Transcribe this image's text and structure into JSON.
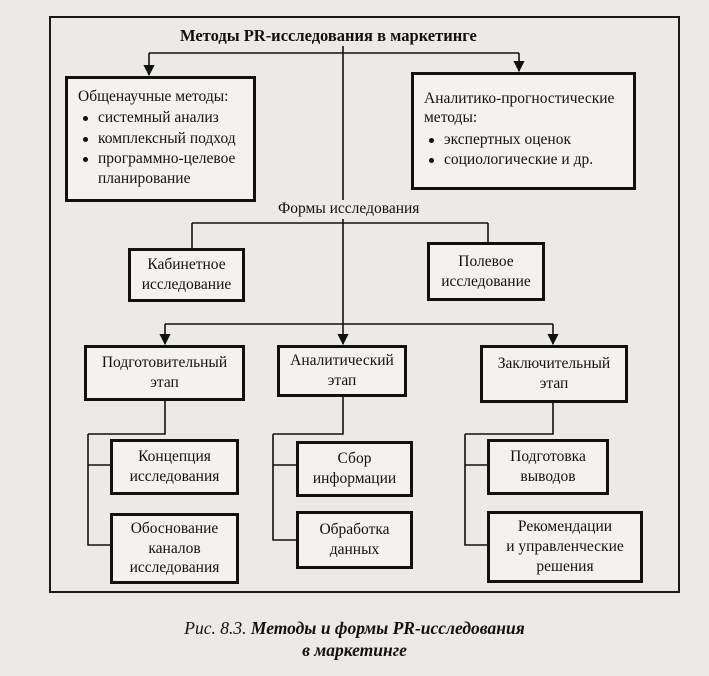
{
  "diagram": {
    "title": "Методы PR-исследования в маркетинге",
    "general_methods": {
      "heading": "Общенаучные методы:",
      "items": [
        "системный анализ",
        "комплексный подход",
        "программно-целевое планирование"
      ]
    },
    "analytic_methods": {
      "heading_line1": "Аналитико-прогностические",
      "heading_line2": "методы:",
      "items": [
        "экспертных оценок",
        "социологические и др."
      ]
    },
    "forms_label": "Формы исследования",
    "forms": {
      "desk": [
        "Кабинетное",
        "исследование"
      ],
      "field": [
        "Полевое",
        "исследование"
      ]
    },
    "stages": {
      "prep": [
        "Подготовительный",
        "этап"
      ],
      "analytic": [
        "Аналитический",
        "этап"
      ],
      "final": [
        "Заключительный",
        "этап"
      ]
    },
    "substeps": {
      "prep_1": [
        "Концепция",
        "исследования"
      ],
      "prep_2": [
        "Обоснование",
        "каналов",
        "исследования"
      ],
      "analytic_1": [
        "Сбор",
        "информации"
      ],
      "analytic_2": [
        "Обработка",
        "данных"
      ],
      "final_1": [
        "Подготовка",
        "выводов"
      ],
      "final_2": [
        "Рекомендации",
        "и управленческие",
        "решения"
      ]
    }
  },
  "caption": {
    "prefix": "Рис. 8.3.",
    "title_line1": "Методы и формы PR-исследования",
    "title_line2": "в маркетинге"
  }
}
